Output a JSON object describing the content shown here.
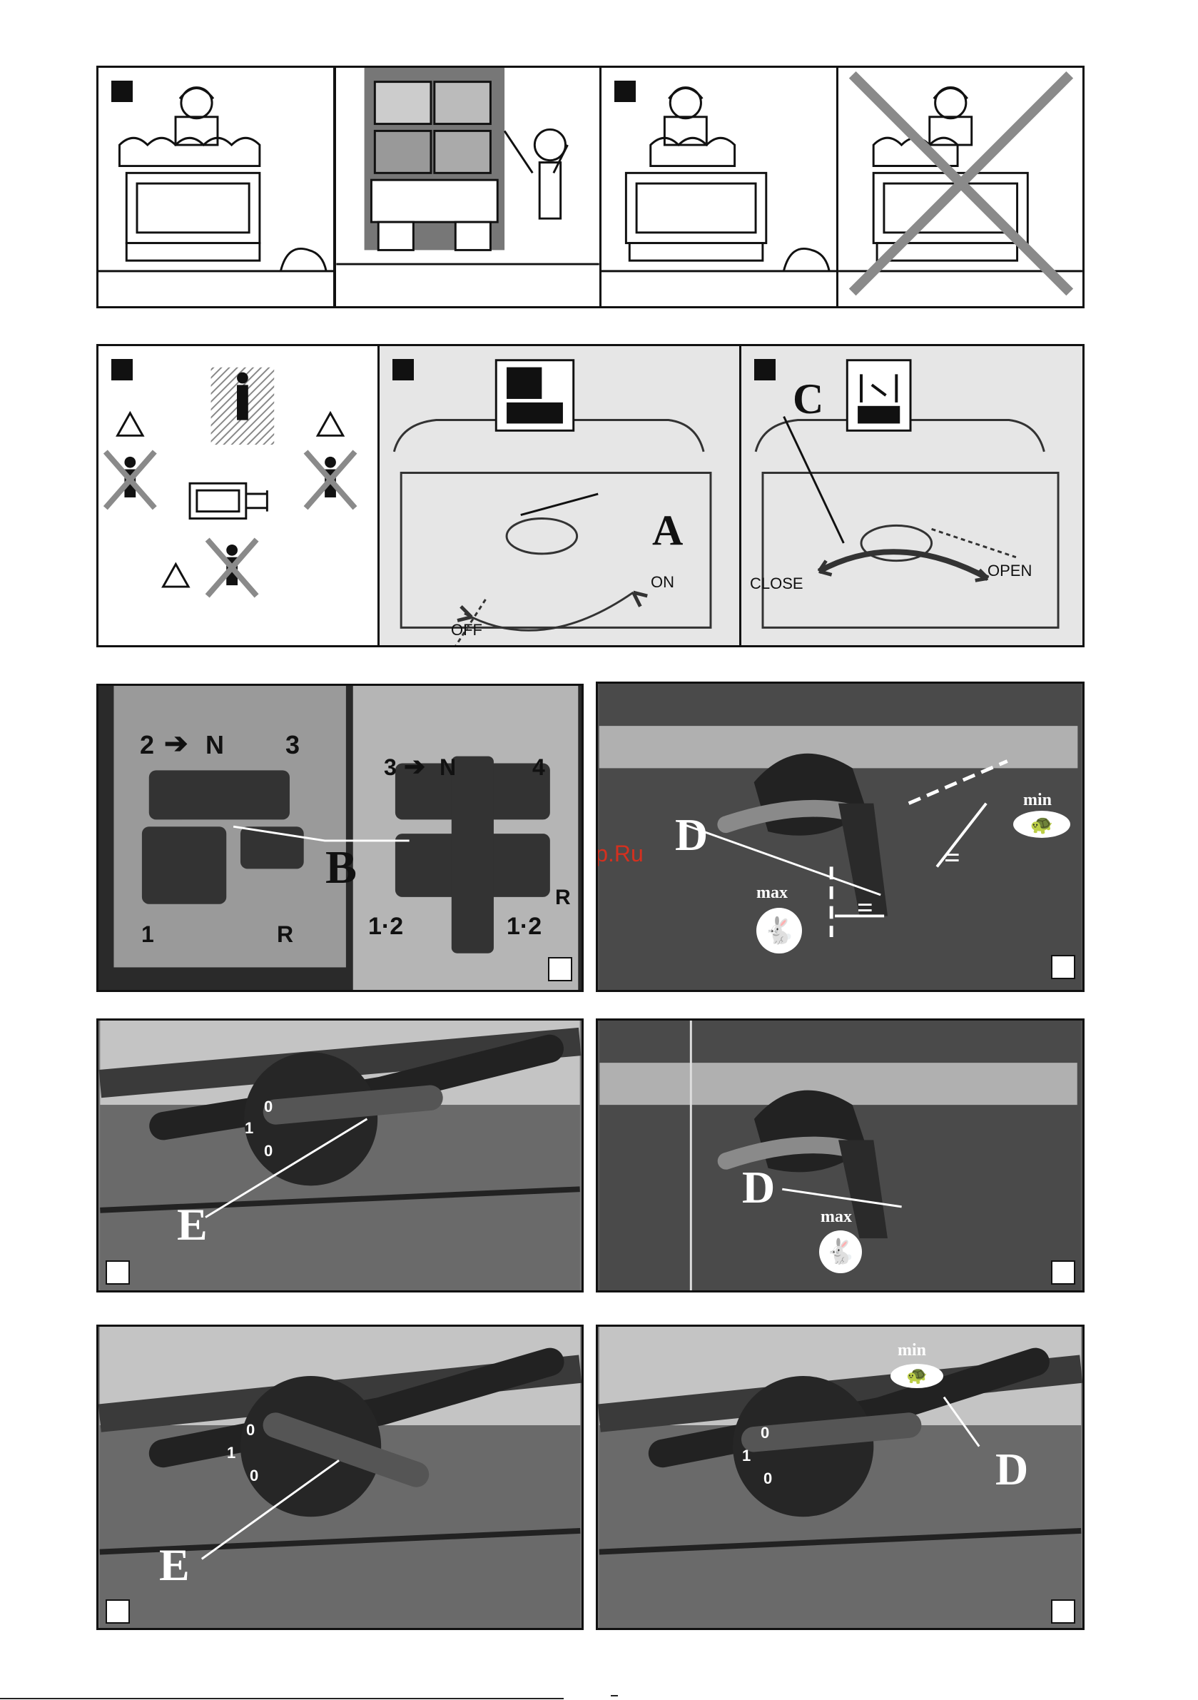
{
  "callouts": {
    "a": "A",
    "b": "B",
    "c": "C",
    "d_photo_speed": "D",
    "d_photo_max": "D",
    "d_photo_min": "D",
    "e_photo_1": "E",
    "e_photo_2": "E"
  },
  "fuel_valve": {
    "on": "ON",
    "off": "OFF"
  },
  "choke": {
    "close": "CLOSE",
    "open": "OPEN"
  },
  "gear_plate_left": {
    "top_left": "2",
    "top_n": "N",
    "top_right": "3",
    "bottom_left": "1",
    "bottom_right": "R"
  },
  "gear_plate_right": {
    "top_left": "3",
    "top_n": "N",
    "top_right": "4",
    "bottom_left": "1·2",
    "bottom_right": "1·2",
    "reverse": "R"
  },
  "throttle": {
    "max": "max",
    "min": "min",
    "equal_sign": "="
  },
  "dial": {
    "top": "0",
    "middle": "1",
    "bottom": "0"
  },
  "watermark": "McGrp.Ru",
  "colors": {
    "ink": "#111111",
    "photo_dark": "#3a3a3a",
    "photo_mid": "#8a8a8a",
    "photo_light": "#c8c8c8",
    "warning_cross": "#8a8a8a",
    "watermark": "#d4301f"
  },
  "icons": [
    "worker-icon",
    "warning-triangle-icon",
    "fuel-pump-icon",
    "choke-icon",
    "rabbit-icon",
    "turtle-icon",
    "cross-out-icon",
    "tractor-icon"
  ]
}
